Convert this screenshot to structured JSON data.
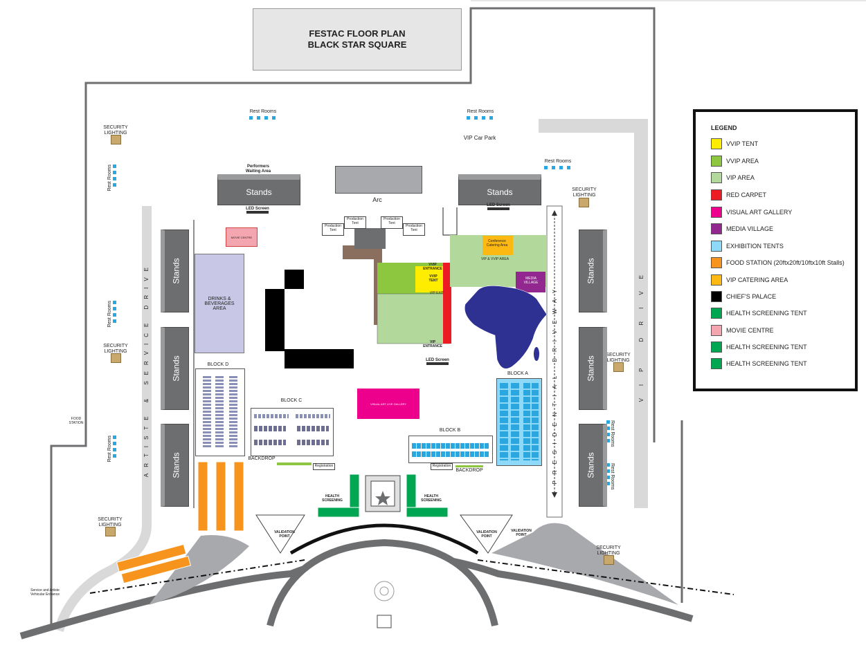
{
  "title": {
    "line1": "FESTAC FLOOR PLAN",
    "line2": "BLACK STAR SQUARE"
  },
  "legend": {
    "title": "LEGEND",
    "items": [
      {
        "label": "VVIP TENT",
        "color": "#ffed00"
      },
      {
        "label": "VVIP AREA",
        "color": "#8dc63f"
      },
      {
        "label": "VIP AREA",
        "color": "#b2d89b"
      },
      {
        "label": "RED CARPET",
        "color": "#ed1c24"
      },
      {
        "label": "VISUAL ART GALLERY",
        "color": "#ec008c"
      },
      {
        "label": "MEDIA VILLAGE",
        "color": "#92278f"
      },
      {
        "label": "EXHIBITION TENTS",
        "color": "#8ed8f8"
      },
      {
        "label": "FOOD STATION (20ftx20ft/10ftx10ft Stalls)",
        "color": "#f7941d"
      },
      {
        "label": "VIP CATERING AREA",
        "color": "#fdb913"
      },
      {
        "label": "CHIEF'S PALACE",
        "color": "#000000"
      },
      {
        "label": "HEALTH SCREENING TENT",
        "color": "#00a651"
      },
      {
        "label": "MOVIE CENTRE",
        "color": "#f4a6b0"
      },
      {
        "label": "HEALTH SCREENING TENT",
        "color": "#00a651"
      },
      {
        "label": "HEALTH SCREENING TENT",
        "color": "#00a651"
      }
    ]
  },
  "labels": {
    "rest_rooms": "Rest Rooms",
    "security_lighting": "SECURITY LIGHTING",
    "vip_car_park": "VIP Car Park",
    "performers": "Performers Waiting Area",
    "stands": "Stands",
    "arc": "Arc",
    "led_screen": "LED Screen",
    "production_tent": "Production Tent",
    "movie_centre": "MOVIE CENTRE",
    "drinks": "DRINKS & BEVERAGES AREA",
    "block_a": "BLOCK A",
    "block_b": "BLOCK B",
    "block_c": "BLOCK C",
    "block_d": "BLOCK D",
    "backdrop": "BACKDROP",
    "registration": "Registration",
    "health_screening": "HEALTH SCREENING",
    "validation_point": "VALIDATION POINT",
    "visual_art": "VISUAL ART LIVE GALLERY",
    "conference": "Conference Catering Area",
    "vip_vvip_area": "VIP & VVIP AREA",
    "media_village": "MEDIA VILLAGE",
    "vvip_entrance": "VVIP ENTRANCE",
    "vip_entrance": "VIP ENTRANCE",
    "vip_exit": "VIP EXIT",
    "vvip_tent": "VVIP TENT",
    "food_station": "FOOD STATION",
    "service_entrance": "Service and Artiste Vehicular Entrance",
    "artiste_drive": "ARTISTE & SERVICE DRIVE",
    "presidential_driveway": "PRESIDENTIAL DRIVEWAY",
    "vip_drive": "VIP DRIVE"
  }
}
